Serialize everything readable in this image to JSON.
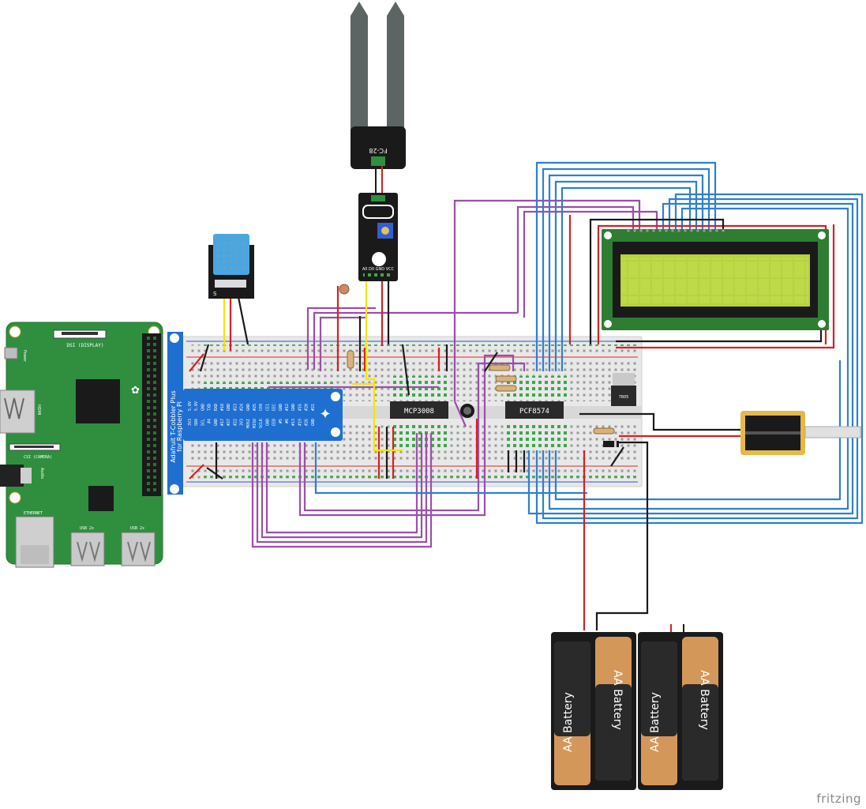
{
  "raspberry_pi": {
    "display_label": "DSI (DISPLAY)",
    "camera_label": "CSI (CAMERA)",
    "ethernet_label": "ETHERNET",
    "usb_label": "USB 2x",
    "power_label": "Power",
    "hdmi_label": "HDMI",
    "audio_label": "Audio"
  },
  "cobbler": {
    "title_line1": "Adafruit T-Cobbler Plus",
    "title_line2": "for Raspberry Pi",
    "top_pins": [
      "5.0V",
      "5.0V",
      "GND",
      "TXD",
      "RXD",
      "#18",
      "GND",
      "#23",
      "#24",
      "GND",
      "#25",
      "CE0",
      "CE1",
      "EEC",
      "GND",
      "#12",
      "GND",
      "#16",
      "#20",
      "#21"
    ],
    "bottom_pins": [
      "3V3",
      "SDA",
      "SCL",
      "#4",
      "GND",
      "#17",
      "#27",
      "#22",
      "3V3",
      "MOSI",
      "MISO",
      "SCLK",
      "GND",
      "EED",
      "#5",
      "#6",
      "#13",
      "#19",
      "#26",
      "GND"
    ]
  },
  "soil_sensor": {
    "probe_label": "FC-28",
    "module_pins": "A0 D0 GND VCC"
  },
  "dht_sensor": {
    "pin_label": "S"
  },
  "chips": {
    "adc": "MCP3008",
    "expander": "PCF8574",
    "regulator": "7805"
  },
  "batteries": [
    "AA Battery",
    "AA Battery",
    "AA Battery",
    "AA Battery"
  ],
  "brand": "fritzing",
  "colors": {
    "pi_green": "#2f8f3f",
    "breadboard": "#e6e6e6",
    "wire_purple": "#9b4fa8",
    "wire_blue": "#2f7fd1",
    "wire_red": "#d62020",
    "wire_black": "#1a1a1a",
    "wire_yellow": "#f2e600",
    "lcd_screen": "#b7d33d",
    "lcd_board": "#2e7d32",
    "cobbler_blue": "#1f6fd1"
  }
}
